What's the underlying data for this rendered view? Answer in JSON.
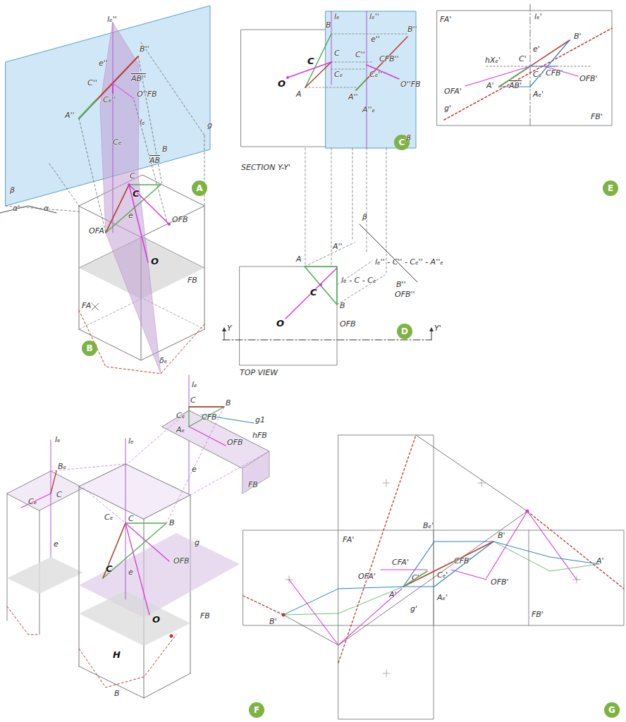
{
  "diagram": {
    "nodes": [
      {
        "text": [
          "A"
        ]
      },
      {
        "text": [
          "B"
        ]
      },
      {
        "text": [
          "C"
        ]
      },
      {
        "text": [
          "D"
        ]
      },
      {
        "text": [
          "E"
        ]
      },
      {
        "text": [
          "F"
        ]
      },
      {
        "text": [
          "G"
        ]
      }
    ],
    "labels": [
      "lₑ''",
      "B''",
      "e''",
      "AB''",
      "C''",
      "Cₑ''",
      "O''FB",
      "A''",
      "β",
      "α'",
      "α",
      "lₑ",
      "Cₑ",
      "C",
      "B",
      "AB",
      "g",
      "C",
      "OFB",
      "OFA",
      "e",
      "O",
      "FB",
      "FA",
      "δₑ",
      "lₑ",
      "lₑ''",
      "B",
      "e''",
      "B''",
      "C",
      "C",
      "C''",
      "O",
      "Cₑ",
      "Cₑ''",
      "CFB''",
      "A",
      "A''",
      "O''FB",
      "A''ₑ",
      "β",
      "SECTION Y-Y'",
      "β",
      "A''",
      "lₑ'' - C'' - Cₑ'' - A''ₑ",
      "B''",
      "OFB''",
      "A",
      "C",
      "lₑ - C - Cₑ",
      "B",
      "O",
      "OFB",
      "Y",
      "Y'",
      "TOP VIEW",
      "lₑ'",
      "FA'",
      "e'",
      "B'",
      "hXₑ'",
      "C'",
      "Cₑ'",
      "CFB'",
      "OFA'",
      "A'",
      "AB'",
      "OFB'",
      "Aₑ'",
      "g'",
      "FB'",
      "lₑ",
      "C",
      "Cₑ",
      "CFB",
      "B",
      "g1",
      "Aₑ",
      "OFB",
      "hFB",
      "e",
      "FB",
      "lₑ",
      "Bₑ",
      "C",
      "Cₑ",
      "e",
      "lₑ",
      "Cₑ",
      "C",
      "B",
      "g",
      "OFB",
      "e",
      "C",
      "O",
      "FB",
      "H",
      "B",
      "FA'",
      "Bₑ'",
      "B'",
      "A'",
      "OFA'",
      "CFA'",
      "Cₑ'",
      "C'",
      "CFB'",
      "OFB'",
      "A'",
      "Aₑ'",
      "g'",
      "B'",
      "FB'"
    ]
  }
}
